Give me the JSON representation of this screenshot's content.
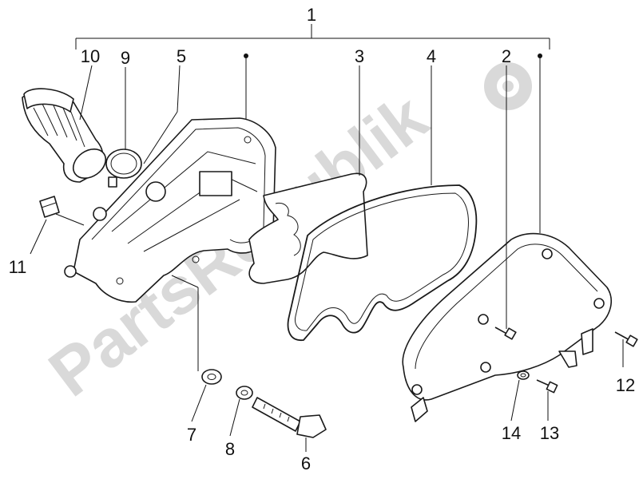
{
  "watermark": {
    "text": "PartsRepublik",
    "color": "#d9d9d9"
  },
  "callouts": {
    "n1": "1",
    "n2": "2",
    "n3": "3",
    "n4": "4",
    "n5": "5",
    "n6": "6",
    "n7": "7",
    "n8": "8",
    "n9": "9",
    "n10": "10",
    "n11": "11",
    "n12": "12",
    "n13": "13",
    "n14": "14"
  },
  "icons": {
    "watermark_logo": "gear-icon"
  }
}
